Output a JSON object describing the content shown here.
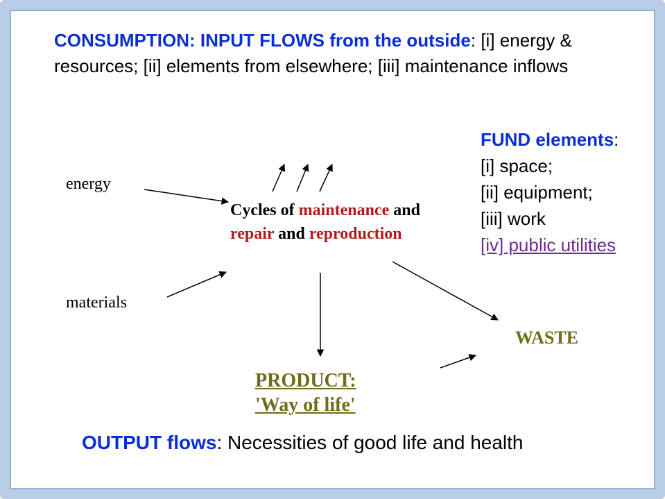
{
  "title": {
    "highlight": "CONSUMPTION: INPUT FLOWS from the outside",
    "rest": ": [i] energy & resources; [ii] elements from elsewhere; [iii] maintenance inflows"
  },
  "inputs": {
    "energy": "energy",
    "materials": "materials"
  },
  "cycles": {
    "part1": "Cycles of ",
    "part2": "maintenance",
    "part3": " and",
    "part4": "repair",
    "part5": " and ",
    "part6": "reproduction"
  },
  "fund": {
    "title": "FUND elements",
    "colon": ":",
    "items": [
      "[i] space;",
      "[ii] equipment;",
      "[iii] work",
      "[iv] public utilities"
    ]
  },
  "waste": "WASTE",
  "product": {
    "line1": "PRODUCT:",
    "line2": "'Way of life'"
  },
  "output": {
    "highlight": "OUTPUT flows",
    "rest": ": Necessities of good life and health"
  },
  "colors": {
    "frame": "#b9cde6",
    "title_blue": "#0a2ed6",
    "red_text": "#b01c1c",
    "olive_text": "#6f6c1a",
    "utilities_purple": "#6b2a8f"
  }
}
